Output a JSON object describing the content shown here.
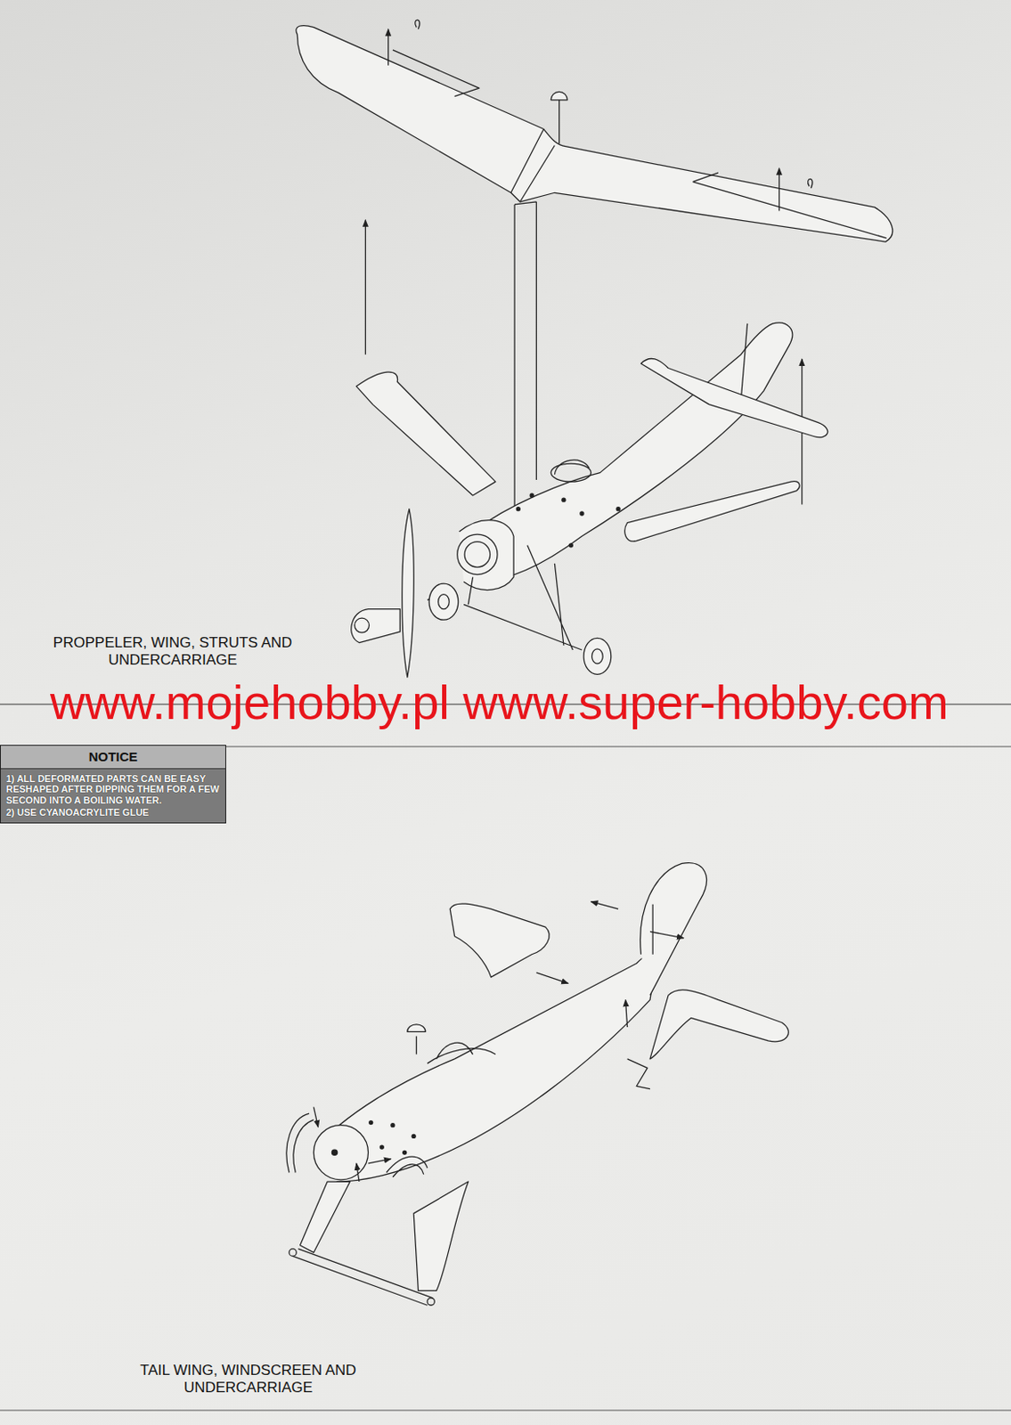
{
  "diagram": {
    "nodes": [
      {
        "text": [
          "NOTICE",
          "1) ALL DEFORMATED PARTS CAN BE EASY RESHAPED AFTER DIPPING THEM FOR A FEW SECOND INTO A BOILING WATER.",
          "2) USE CYANOACRYLITE GLUE"
        ]
      }
    ],
    "edges": [],
    "labels": [
      "PROPPELER, WING, STRUTS AND UNDERCARRIAGE",
      "www.mojehobby.pl www.super-hobby.com",
      "TAIL WING, WINDSCREEN AND UNDERCARRIAGE"
    ]
  }
}
